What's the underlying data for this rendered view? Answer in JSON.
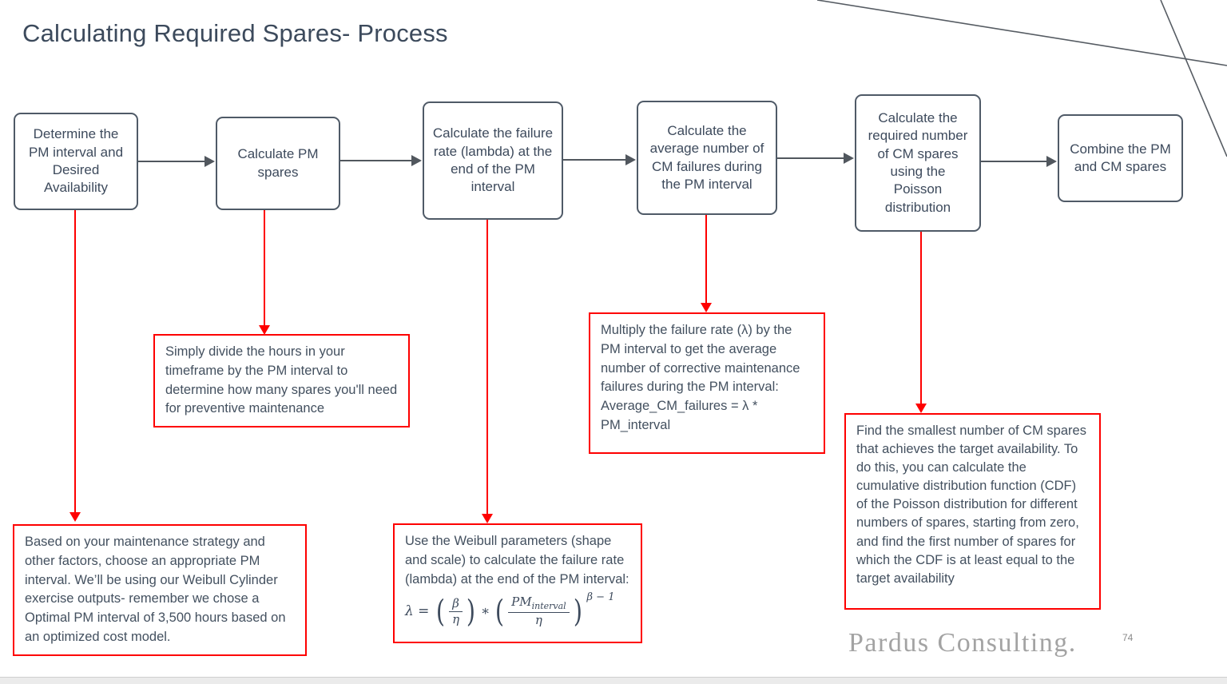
{
  "slide": {
    "title": "Calculating Required Spares- Process",
    "brand": "Pardus Consulting.",
    "page_number": "74"
  },
  "flowchart": {
    "steps": [
      {
        "label": "Determine the PM interval and Desired Availability"
      },
      {
        "label": "Calculate PM spares"
      },
      {
        "label": "Calculate the failure rate (lambda) at the end of the PM interval"
      },
      {
        "label": "Calculate the average number of CM failures during the PM interval"
      },
      {
        "label": "Calculate the required number of CM spares using the Poisson distribution"
      },
      {
        "label": "Combine the PM and CM spares"
      }
    ]
  },
  "annotations": {
    "pm_spares": {
      "text": "Simply divide the hours in your timeframe by the PM interval to determine how many spares you'll need for preventive maintenance"
    },
    "cm_failures": {
      "text": "Multiply the failure rate (λ) by the PM interval to get the average number of corrective maintenance failures during the PM interval:",
      "formula": "Average_CM_failures = λ * PM_interval"
    },
    "poisson": {
      "text": "Find the smallest number of CM spares that achieves the target availability. To do this, you can calculate the cumulative distribution function (CDF) of the Poisson distribution for different numbers of spares, starting from zero, and find the first number of spares for which the CDF is at least equal to the target availability"
    },
    "pm_interval": {
      "text": "Based on your maintenance strategy and other factors, choose an appropriate PM interval. We’ll be using our Weibull Cylinder exercise outputs- remember we chose a Optimal PM interval of 3,500 hours based on an optimized cost model."
    },
    "failure_rate": {
      "text": "Use the Weibull parameters (shape and scale) to calculate the failure rate (lambda) at the end of the PM interval:",
      "formula": {
        "lhs": "λ =",
        "open_paren": "(",
        "close_paren": ")",
        "frac1_num": "β",
        "frac1_den": "η",
        "times": "∗",
        "frac2_num_base": "PM",
        "frac2_num_sub": "interval",
        "frac2_den": "η",
        "exponent": "β − 1"
      }
    }
  },
  "colors": {
    "text_dark": "#3d4a5c",
    "box_border": "#4f5a67",
    "connector": "#51575e",
    "accent_red": "#fe0000",
    "brand_gray": "#a3a3a3"
  }
}
